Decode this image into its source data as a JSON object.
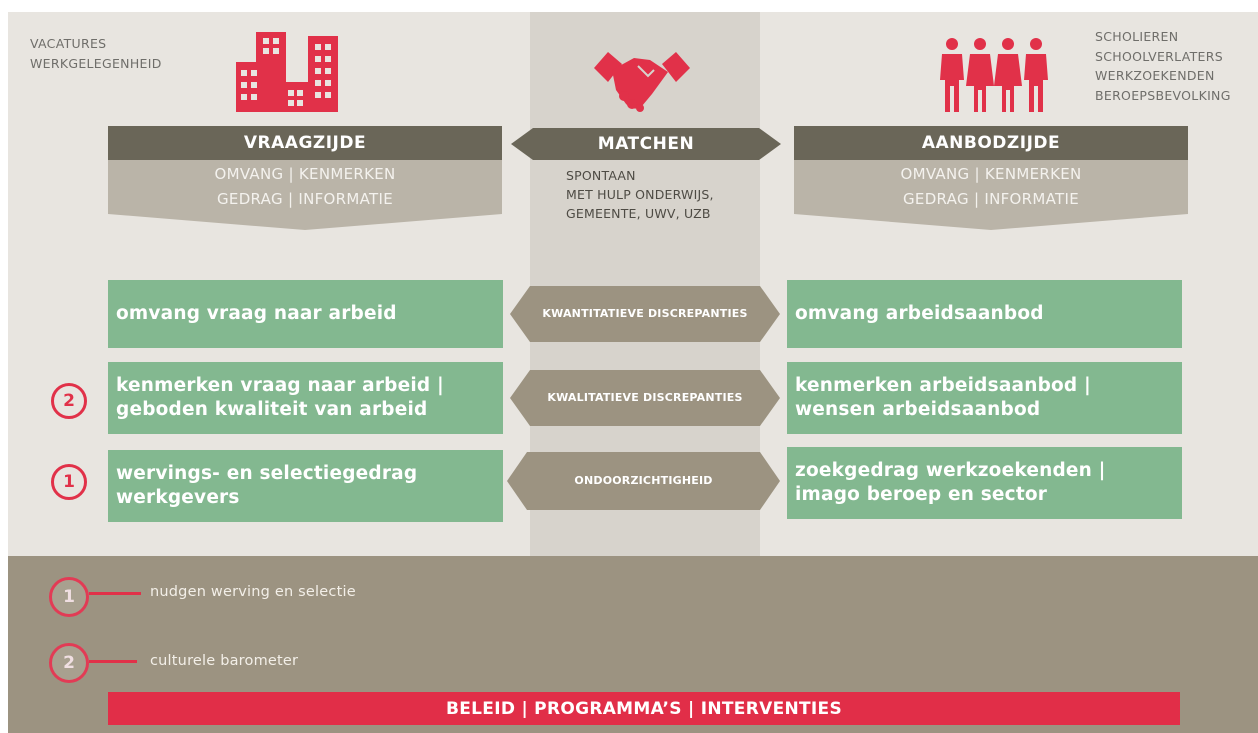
{
  "corner_left": [
    "VACATURES",
    "WERKGELEGENHEID"
  ],
  "corner_right": [
    "SCHOLIEREN",
    "SCHOOLVERLATERS",
    "WERKZOEKENDEN",
    "BEROEPSBEVOLKING"
  ],
  "vraagzijde": {
    "title": "VRAAGZIJDE",
    "line1": "OMVANG | KENMERKEN",
    "line2": "GEDRAG | INFORMATIE"
  },
  "matchen": {
    "title": "MATCHEN",
    "line1": "SPONTAAN",
    "line2": "MET HULP ONDERWIJS,",
    "line3": "GEMEENTE, UWV, UZB"
  },
  "aanbodzijde": {
    "title": "AANBODZIJDE",
    "line1": "OMVANG | KENMERKEN",
    "line2": "GEDRAG | INFORMATIE"
  },
  "rows": [
    {
      "left_line1": "omvang vraag naar arbeid",
      "left_line2": "",
      "middle": "KWANTITATIEVE DISCREPANTIES",
      "right_line1": "omvang arbeidsaanbod",
      "right_line2": "",
      "marker": ""
    },
    {
      "left_line1": "kenmerken vraag naar arbeid |",
      "left_line2": "geboden kwaliteit van arbeid",
      "middle": "KWALITATIEVE DISCREPANTIES",
      "right_line1": "kenmerken arbeidsaanbod |",
      "right_line2": "wensen arbeidsaanbod",
      "marker": "2"
    },
    {
      "left_line1": "wervings- en selectiegedrag",
      "left_line2": "werkgevers",
      "middle": "ONDOORZICHTIGHEID",
      "right_line1": "zoekgedrag werkzoekenden |",
      "right_line2": "imago beroep en sector",
      "marker": "1"
    }
  ],
  "legend": [
    {
      "num": "1",
      "text": "nudgen werving en selectie"
    },
    {
      "num": "2",
      "text": "culturele barometer"
    }
  ],
  "footer": "BELEID | PROGRAMMA’S | INTERVENTIES",
  "colors": {
    "red": "#e13149",
    "green": "#83b890",
    "dark_bar": "#6a6658",
    "light_bar": "#bab4a8",
    "bottom": "#9c9381",
    "upper_bg": "#e8e5e0",
    "center_bg": "#d7d3cc"
  }
}
